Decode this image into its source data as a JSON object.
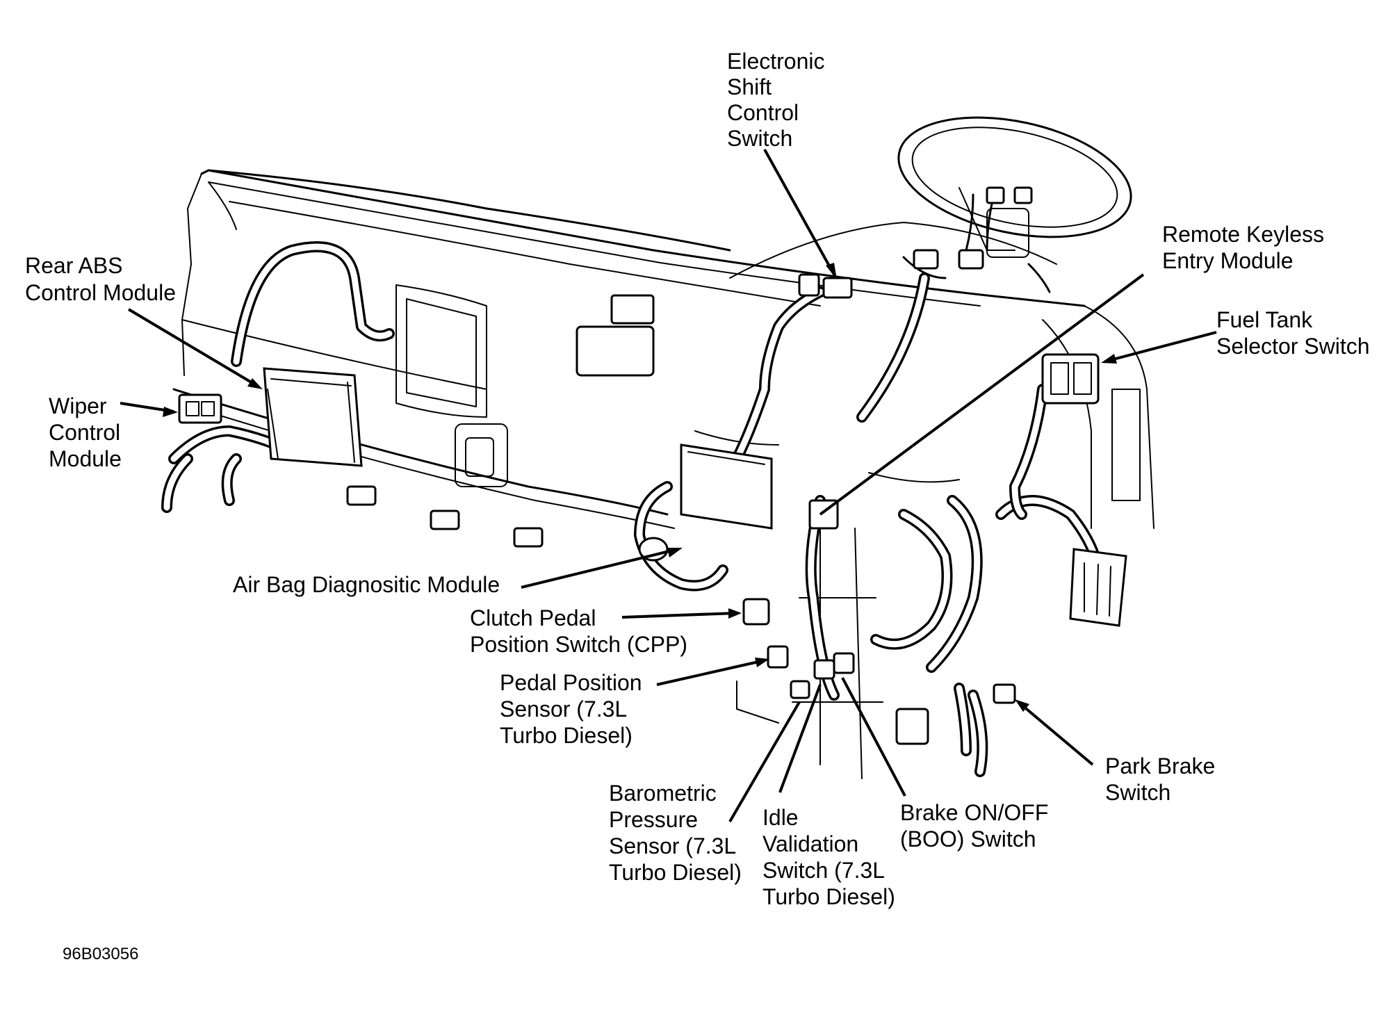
{
  "figure_code": "96B03056",
  "labels": {
    "electronic_shift": [
      "Electronic",
      "Shift",
      "Control",
      "Switch"
    ],
    "rear_abs": [
      "Rear ABS",
      "Control Module"
    ],
    "wiper": [
      "Wiper",
      "Control",
      "Module"
    ],
    "remote_keyless": [
      "Remote Keyless",
      "Entry Module"
    ],
    "fuel_tank": [
      "Fuel Tank",
      "Selector Switch"
    ],
    "air_bag": [
      "Air Bag Diagnositic Module"
    ],
    "clutch_pedal": [
      "Clutch Pedal",
      "Position Switch (CPP)"
    ],
    "pedal_position": [
      "Pedal Position",
      "Sensor (7.3L",
      "Turbo Diesel)"
    ],
    "barometric": [
      "Barometric",
      "Pressure",
      "Sensor (7.3L",
      "Turbo Diesel)"
    ],
    "idle_validation": [
      "Idle",
      "Validation",
      "Switch (7.3L",
      "Turbo Diesel)"
    ],
    "brake_boo": [
      "Brake ON/OFF",
      "(BOO) Switch"
    ],
    "park_brake": [
      "Park Brake",
      "Switch"
    ]
  }
}
